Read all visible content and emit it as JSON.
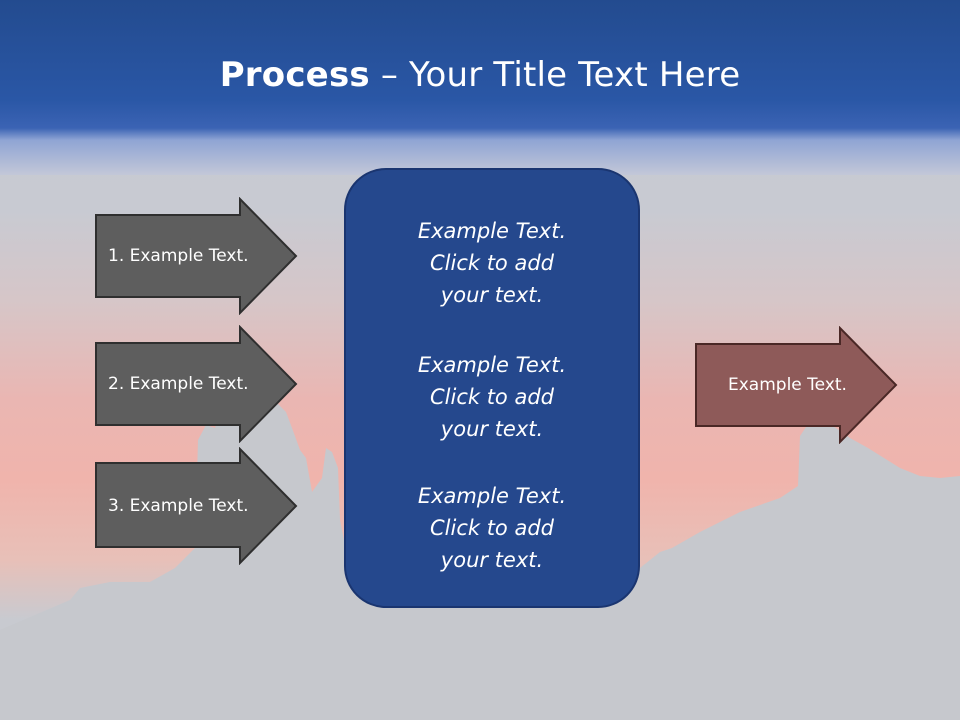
{
  "slide": {
    "title_bold": "Process",
    "title_rest": " – Your Title Text Here"
  },
  "left_arrows": [
    {
      "label": "1. Example Text."
    },
    {
      "label": "2. Example Text."
    },
    {
      "label": "3. Example Text."
    }
  ],
  "center_box": {
    "blocks": [
      {
        "line1": "Example Text.",
        "line2": "Click  to add",
        "line3": "your text."
      },
      {
        "line1": "Example Text.",
        "line2": "Click  to add",
        "line3": "your text."
      },
      {
        "line1": "Example Text.",
        "line2": "Click  to add",
        "line3": "your text."
      }
    ]
  },
  "right_arrow": {
    "label": "Example Text."
  },
  "colors": {
    "header_blue": "#2a57a6",
    "center_box_fill": "#25488d",
    "left_arrow_fill": "#5e5e5e",
    "right_arrow_fill": "#8e5a59"
  }
}
